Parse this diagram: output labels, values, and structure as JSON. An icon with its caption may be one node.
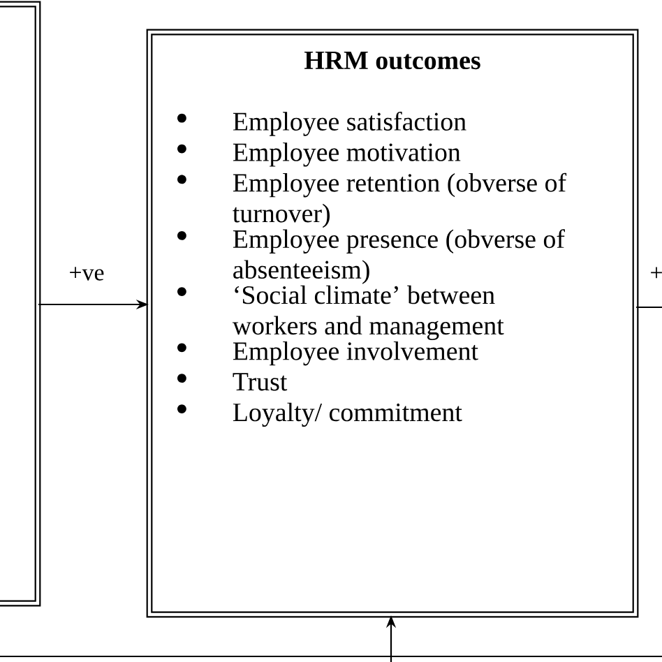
{
  "diagram": {
    "nodes": [
      {
        "text": [],
        "shape": "box"
      },
      {
        "text": [
          "HRM outcomes",
          "Employee satisfaction",
          "Employee motivation",
          "Employee retention (obverse of turnover)",
          "Employee presence (obverse of absenteeism)",
          "‘Social climate’ between workers and management",
          "Employee involvement",
          "Trust",
          "Loyalty/ commitment"
        ]
      }
    ],
    "edges": [
      {
        "from": 0,
        "to": 1,
        "arrow": "to",
        "label": "+ve"
      },
      {
        "from": 1,
        "to": null,
        "arrow": "none",
        "label": "+"
      },
      {
        "from": null,
        "to": 1,
        "arrow": "to"
      }
    ]
  }
}
